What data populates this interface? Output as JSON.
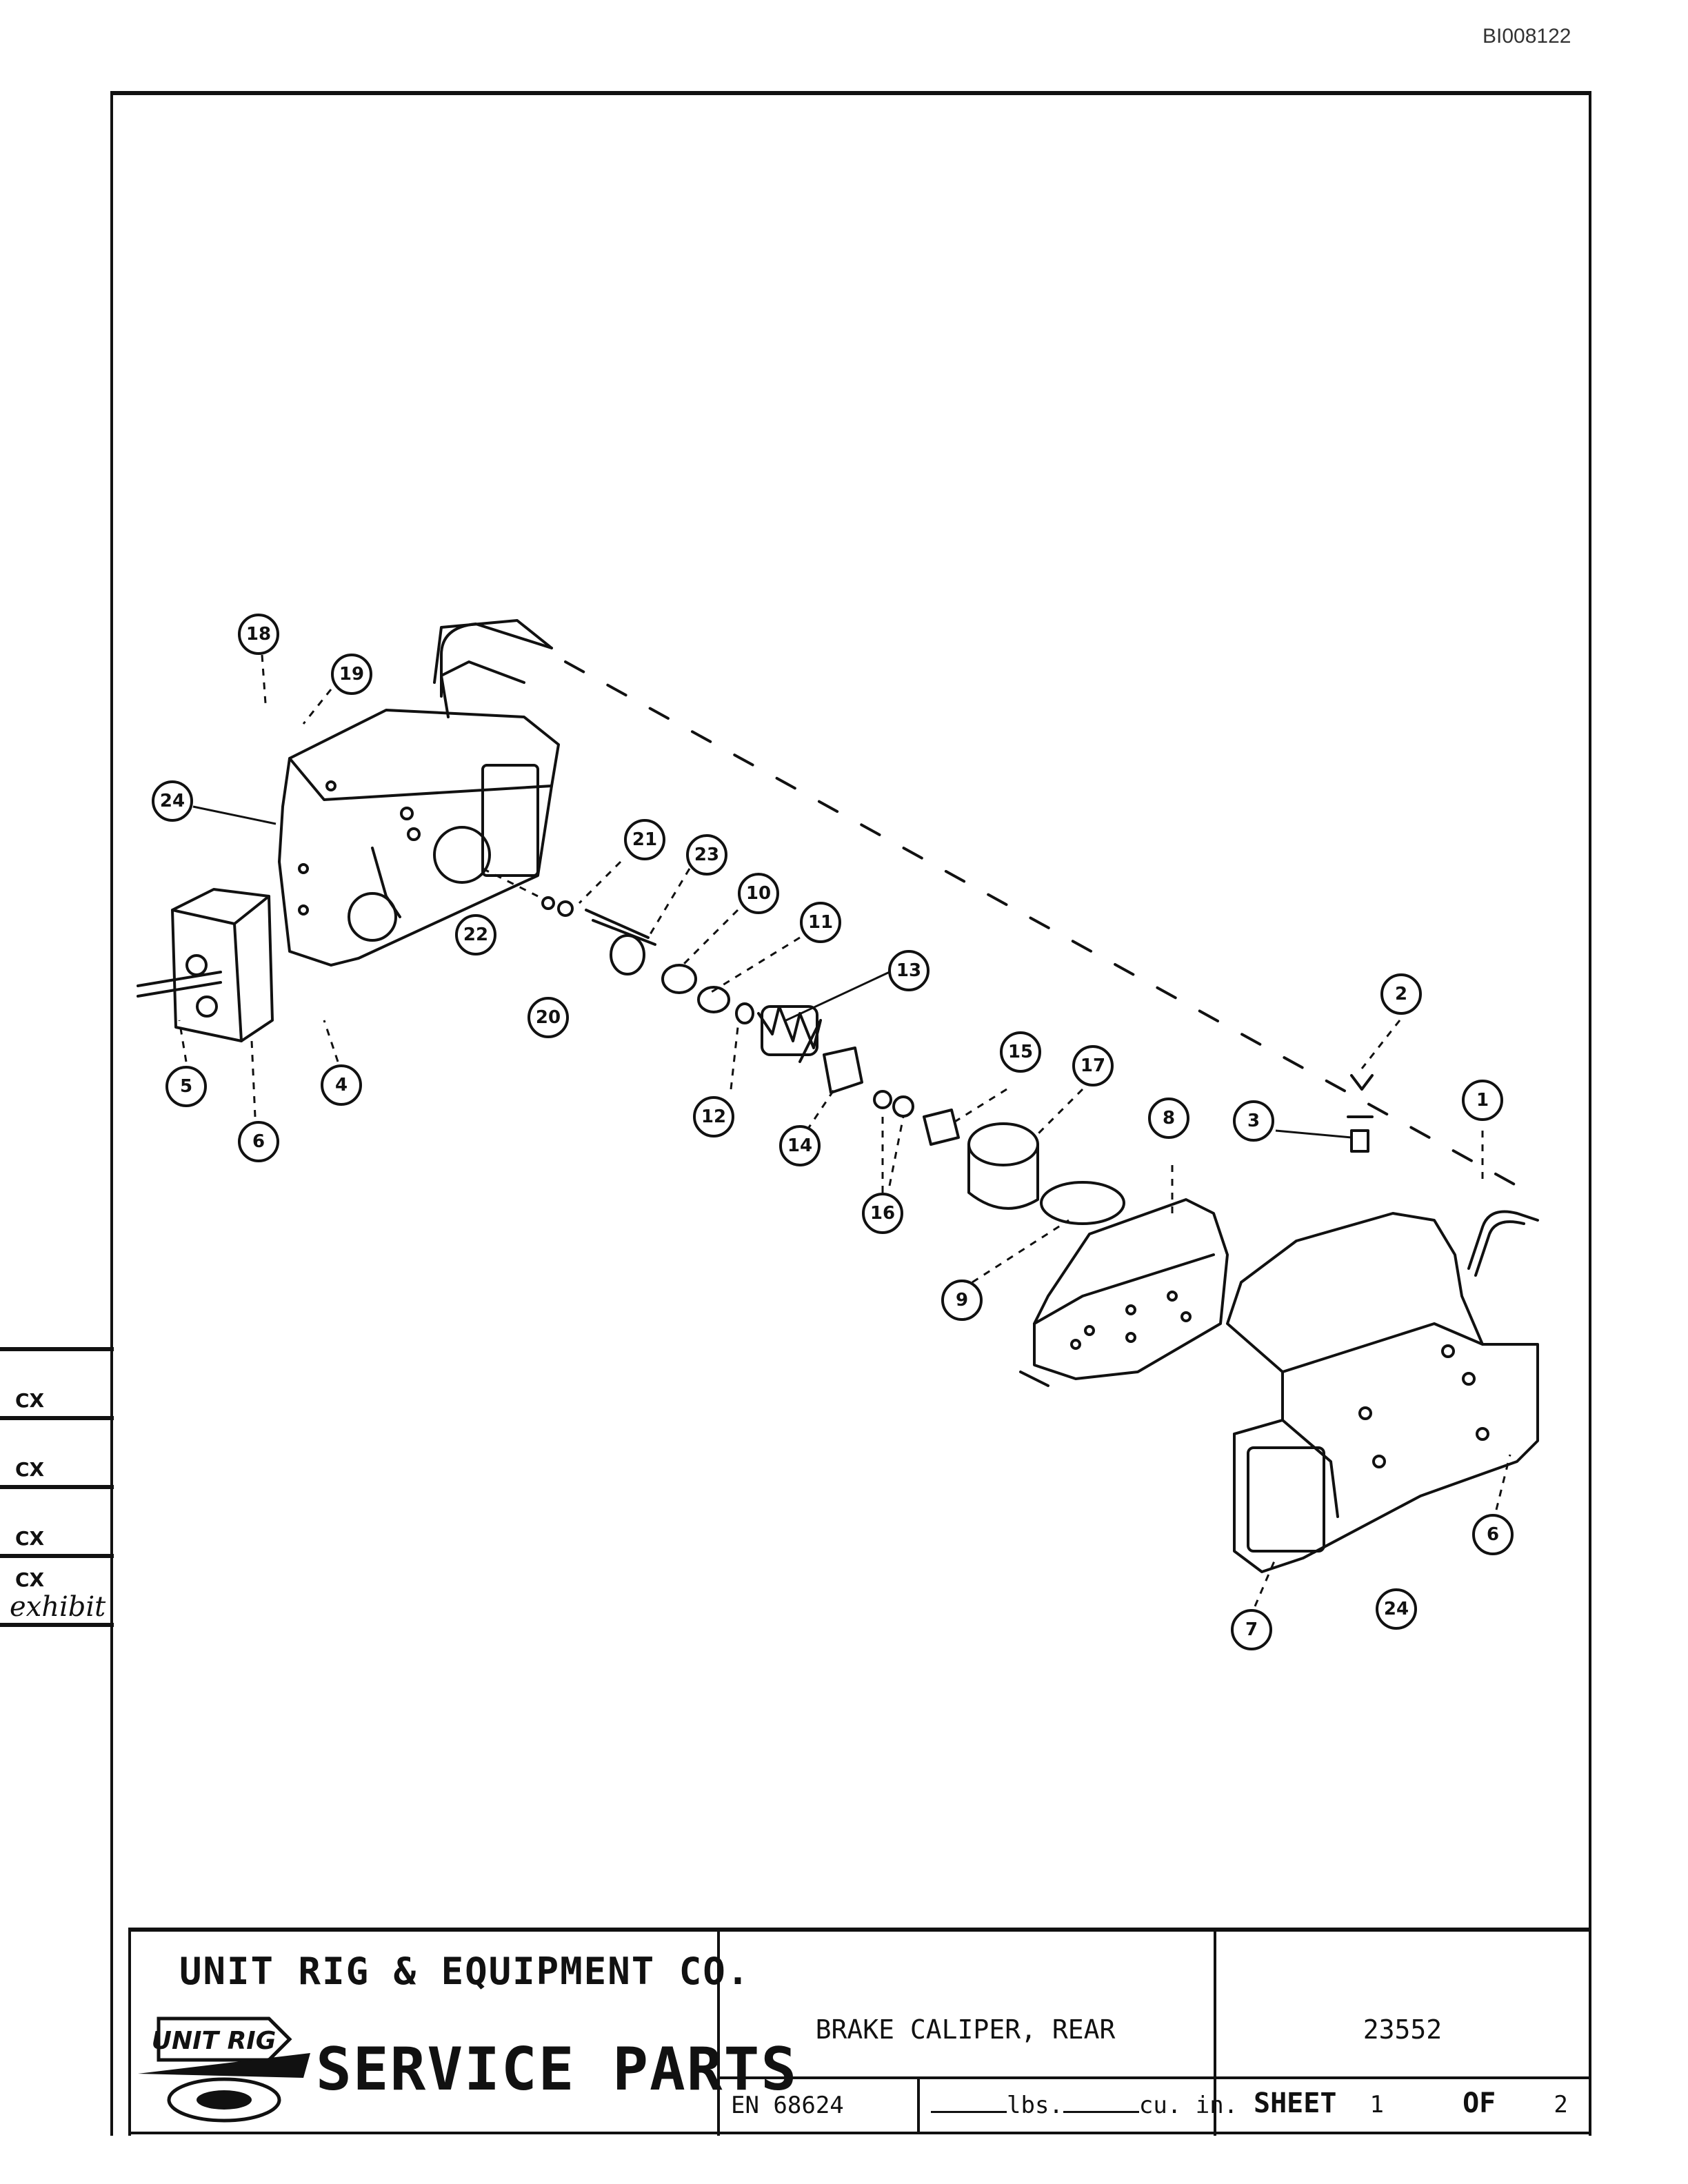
{
  "header": {
    "document_id": "BI008122"
  },
  "callouts": [
    "1",
    "2",
    "3",
    "4",
    "5",
    "6",
    "7",
    "8",
    "9",
    "10",
    "11",
    "12",
    "13",
    "14",
    "15",
    "16",
    "17",
    "18",
    "19",
    "20",
    "21",
    "22",
    "23",
    "24"
  ],
  "revision_block": {
    "rows": [
      {
        "code": ""
      },
      {
        "code": "CX"
      },
      {
        "code": "CX"
      },
      {
        "code": "CX"
      },
      {
        "code": "CX"
      }
    ],
    "handwriting": "exhibit"
  },
  "title_block": {
    "company": "UNIT RIG & EQUIPMENT CO.",
    "logo_text": "UNIT RIG",
    "department": "SERVICE PARTS",
    "description": "BRAKE CALIPER, REAR",
    "part_number": "23552",
    "en_number": "EN 68624",
    "weight_unit": "lbs.",
    "volume_unit": "cu. in.",
    "sheet_label": "SHEET",
    "sheet_number": "1",
    "of_label": "OF",
    "sheet_total": "2"
  }
}
